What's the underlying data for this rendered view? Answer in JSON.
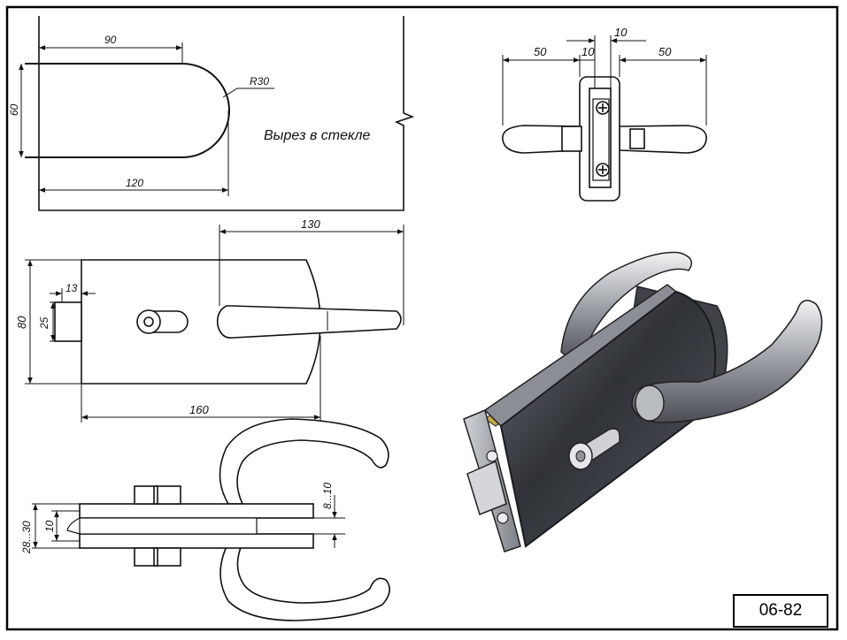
{
  "cutout_view": {
    "dim_width_top": "90",
    "dim_width_total": "120",
    "dim_height": "60",
    "dim_radius": "R30",
    "caption": "Вырез в стекле"
  },
  "top_view": {
    "dim_left": "50",
    "dim_mid": "10",
    "dim_top": "10",
    "dim_right": "50"
  },
  "front_view": {
    "dim_handle": "130",
    "dim_offset": "13",
    "dim_latch": "25",
    "dim_height": "80",
    "dim_length": "160"
  },
  "side_view": {
    "dim_glass": "8...10",
    "dim_thickness": "10",
    "dim_total": "28...30"
  },
  "drawing_code": "06-82",
  "colors": {
    "line": "#111111",
    "metal_dark": "#3a3d42",
    "metal_light": "#d8dadd",
    "brass": "#c9a84a"
  }
}
